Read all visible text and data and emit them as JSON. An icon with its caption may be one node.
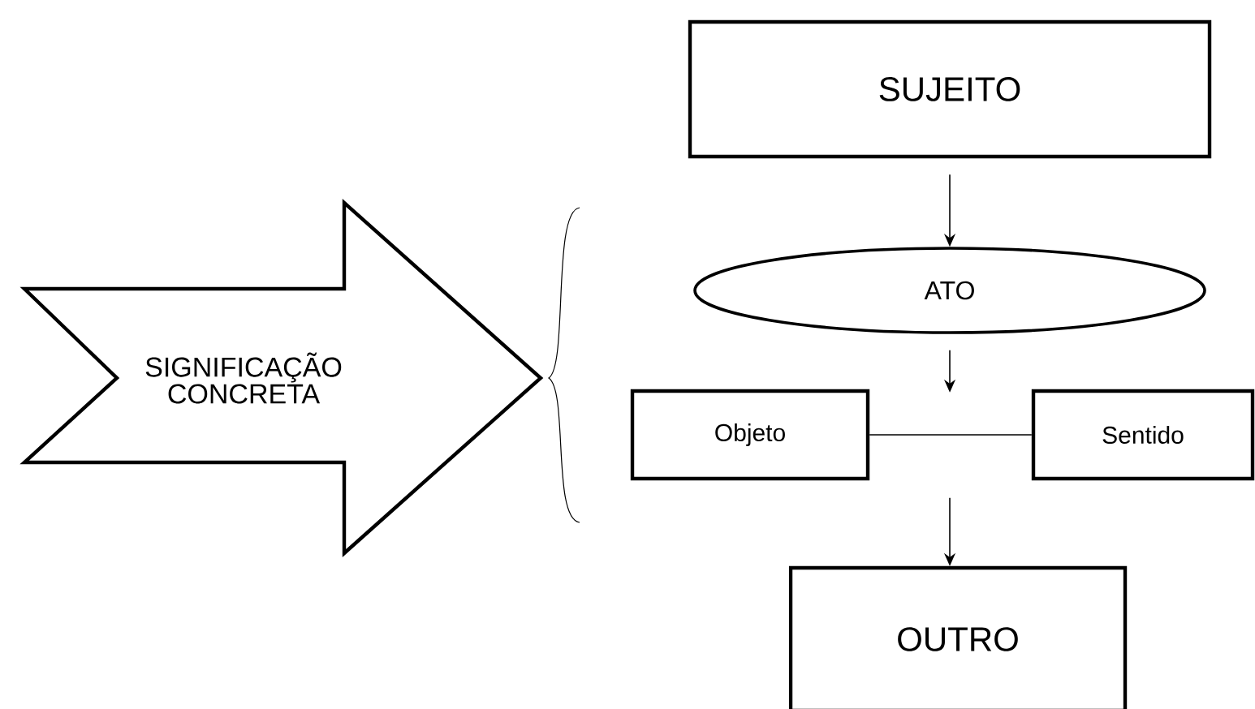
{
  "diagram": {
    "nodes": [
      {
        "text": [
          "SIGNIFICAÇÃO CONCRETA"
        ]
      },
      {
        "text": [
          "SUJEITO"
        ]
      },
      {
        "text": [
          "ATO"
        ]
      },
      {
        "text": [
          "Objeto"
        ]
      },
      {
        "text": [
          "Sentido"
        ]
      },
      {
        "text": [
          "OUTRO"
        ]
      }
    ],
    "edges": [
      {
        "from": 1,
        "to": 2,
        "arrow": "to"
      },
      {
        "from": 2,
        "to": null,
        "arrow": "to"
      },
      {
        "from": 3,
        "to": 4,
        "arrow": "none"
      },
      {
        "from": null,
        "to": 5,
        "arrow": "to"
      }
    ]
  }
}
